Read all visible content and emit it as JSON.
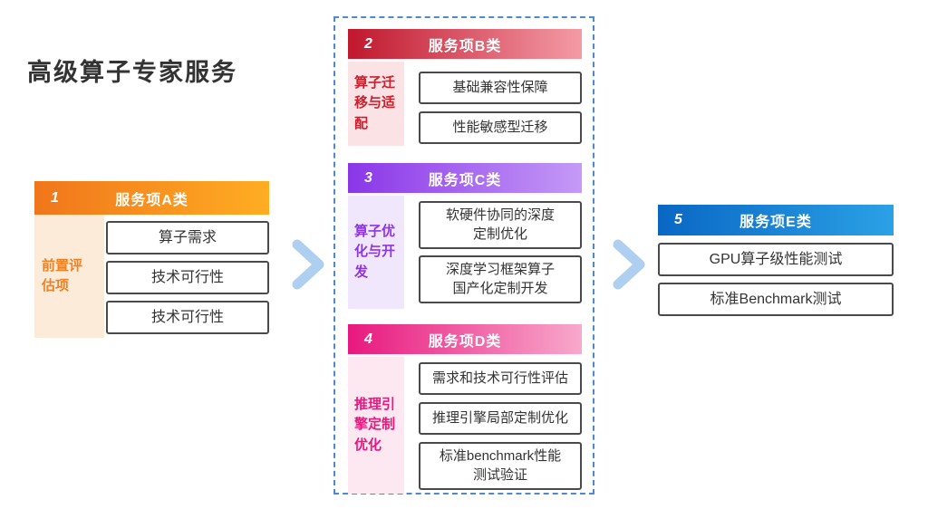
{
  "page_title": "高级算子专家服务",
  "flow": {
    "block_a": {
      "number": "1",
      "title": "服务项A类",
      "side_label": "前置评\n估项",
      "items": [
        "算子需求",
        "技术可行性",
        "技术可行性"
      ],
      "colors": {
        "header_start": "#F0761B",
        "header_end": "#FFAD23",
        "side_bg": "#FDEBDA",
        "side_text": "#F08122"
      }
    },
    "block_b": {
      "number": "2",
      "title": "服务项B类",
      "side_label": "算子迁\n移与适\n配",
      "items": [
        "基础兼容性保障",
        "性能敏感型迁移"
      ],
      "colors": {
        "header_start": "#C0172D",
        "header_end": "#F49BA6",
        "side_bg": "#FBE3E5",
        "side_text": "#CC1F2D"
      }
    },
    "block_c": {
      "number": "3",
      "title": "服务项C类",
      "side_label": "算子优\n化与开\n发",
      "items": [
        "软硬件协同的深度\n定制优化",
        "深度学习框架算子\n国产化定制开发"
      ],
      "colors": {
        "header_start": "#8A36E8",
        "header_end": "#C49AF7",
        "side_bg": "#F1E7FC",
        "side_text": "#9036E0"
      }
    },
    "block_d": {
      "number": "4",
      "title": "服务项D类",
      "side_label": "推理引\n擎定制\n优化",
      "items": [
        "需求和技术可行性评估",
        "推理引擎局部定制优化",
        "标准benchmark性能\n测试验证"
      ],
      "colors": {
        "header_start": "#E8187E",
        "header_end": "#F8A9CB",
        "side_bg": "#FDE7F1",
        "side_text": "#E8187E"
      }
    },
    "block_e": {
      "number": "5",
      "title": "服务项E类",
      "items": [
        "GPU算子级性能测试",
        "标准Benchmark测试"
      ],
      "colors": {
        "header_start": "#0967C4",
        "header_end": "#2BA1E6"
      }
    }
  },
  "decorations": {
    "dashed_frame_color": "#4A8BD4",
    "arrow_color": "#AECFF0",
    "box_border_color": "#4A4A4A"
  }
}
